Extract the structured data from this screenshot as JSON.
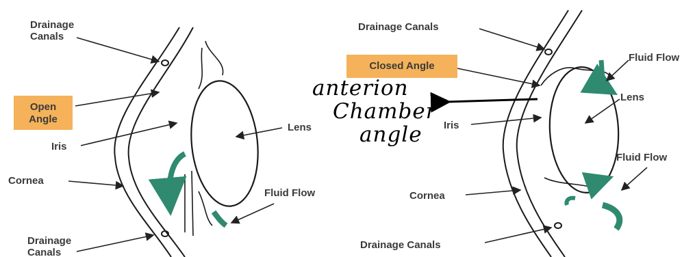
{
  "left_figure": {
    "drainage_canals_top": "Drainage\nCanals",
    "open_angle": "Open\nAngle",
    "iris": "Iris",
    "cornea": "Cornea",
    "drainage_canals_bottom": "Drainage\nCanals",
    "lens": "Lens",
    "fluid_flow": "Fluid Flow"
  },
  "right_figure": {
    "drainage_canals_top": "Drainage Canals",
    "closed_angle": "Closed Angle",
    "fluid_flow_top": "Fluid Flow",
    "lens": "Lens",
    "iris": "Iris",
    "fluid_flow_bottom": "Fluid Flow",
    "cornea": "Cornea",
    "drainage_canals_bottom": "Drainage Canals"
  },
  "handwritten_annotation": {
    "line1": "anterion",
    "line2": "Chamber",
    "line3": "angle"
  },
  "colors": {
    "label_box": "#f5b25a",
    "fluid_arrow": "#2f8a6f",
    "line": "#1a1a1a"
  }
}
